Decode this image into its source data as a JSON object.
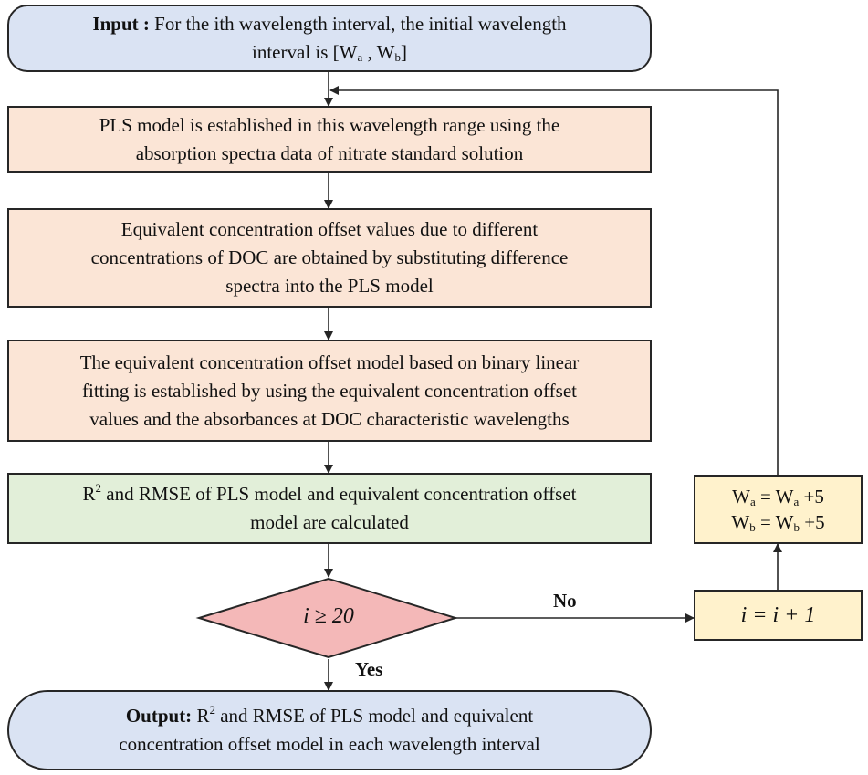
{
  "input_box": {
    "label": "Input :",
    "line1": "For the ith wavelength interval, the initial wavelength",
    "line2_pre": "interval is [W",
    "sub_a": "a",
    "sep": " , W",
    "sub_b": "b",
    "line2_post": "]"
  },
  "step1": {
    "line1": "PLS model is established in this wavelength range using the",
    "line2": "absorption spectra data of nitrate standard solution"
  },
  "step2": {
    "line1": "Equivalent concentration offset values due to different",
    "line2": "concentrations of DOC are obtained by substituting difference",
    "line3": "spectra into the PLS model"
  },
  "step3": {
    "line1": "The equivalent concentration offset model based on binary linear",
    "line2": "fitting is established by using the equivalent concentration offset",
    "line3": "values and the absorbances at DOC characteristic wavelengths"
  },
  "step4": {
    "r": "R",
    "sup": "2",
    "line1_rest": " and RMSE of PLS model and equivalent concentration offset",
    "line2": "model are calculated"
  },
  "decision": {
    "label": "i ≥ 20"
  },
  "increment": {
    "label": "i = i + 1"
  },
  "update": {
    "w": "W",
    "sub_a": "a",
    "sub_b": "b",
    "eq": " = W",
    "plus": " +5"
  },
  "edge_no": "No",
  "edge_yes": "Yes",
  "output_box": {
    "label": "Output:",
    "r": " R",
    "sup": "2",
    "line1_rest": " and RMSE of PLS model and equivalent",
    "line2": "concentration offset model in each wavelength interval"
  },
  "colors": {
    "terminal": "#dae3f3",
    "process": "#fbe5d6",
    "calc": "#e2efd9",
    "update": "#fff2cc",
    "decision": "#f4b8b8",
    "stroke": "#262626"
  }
}
